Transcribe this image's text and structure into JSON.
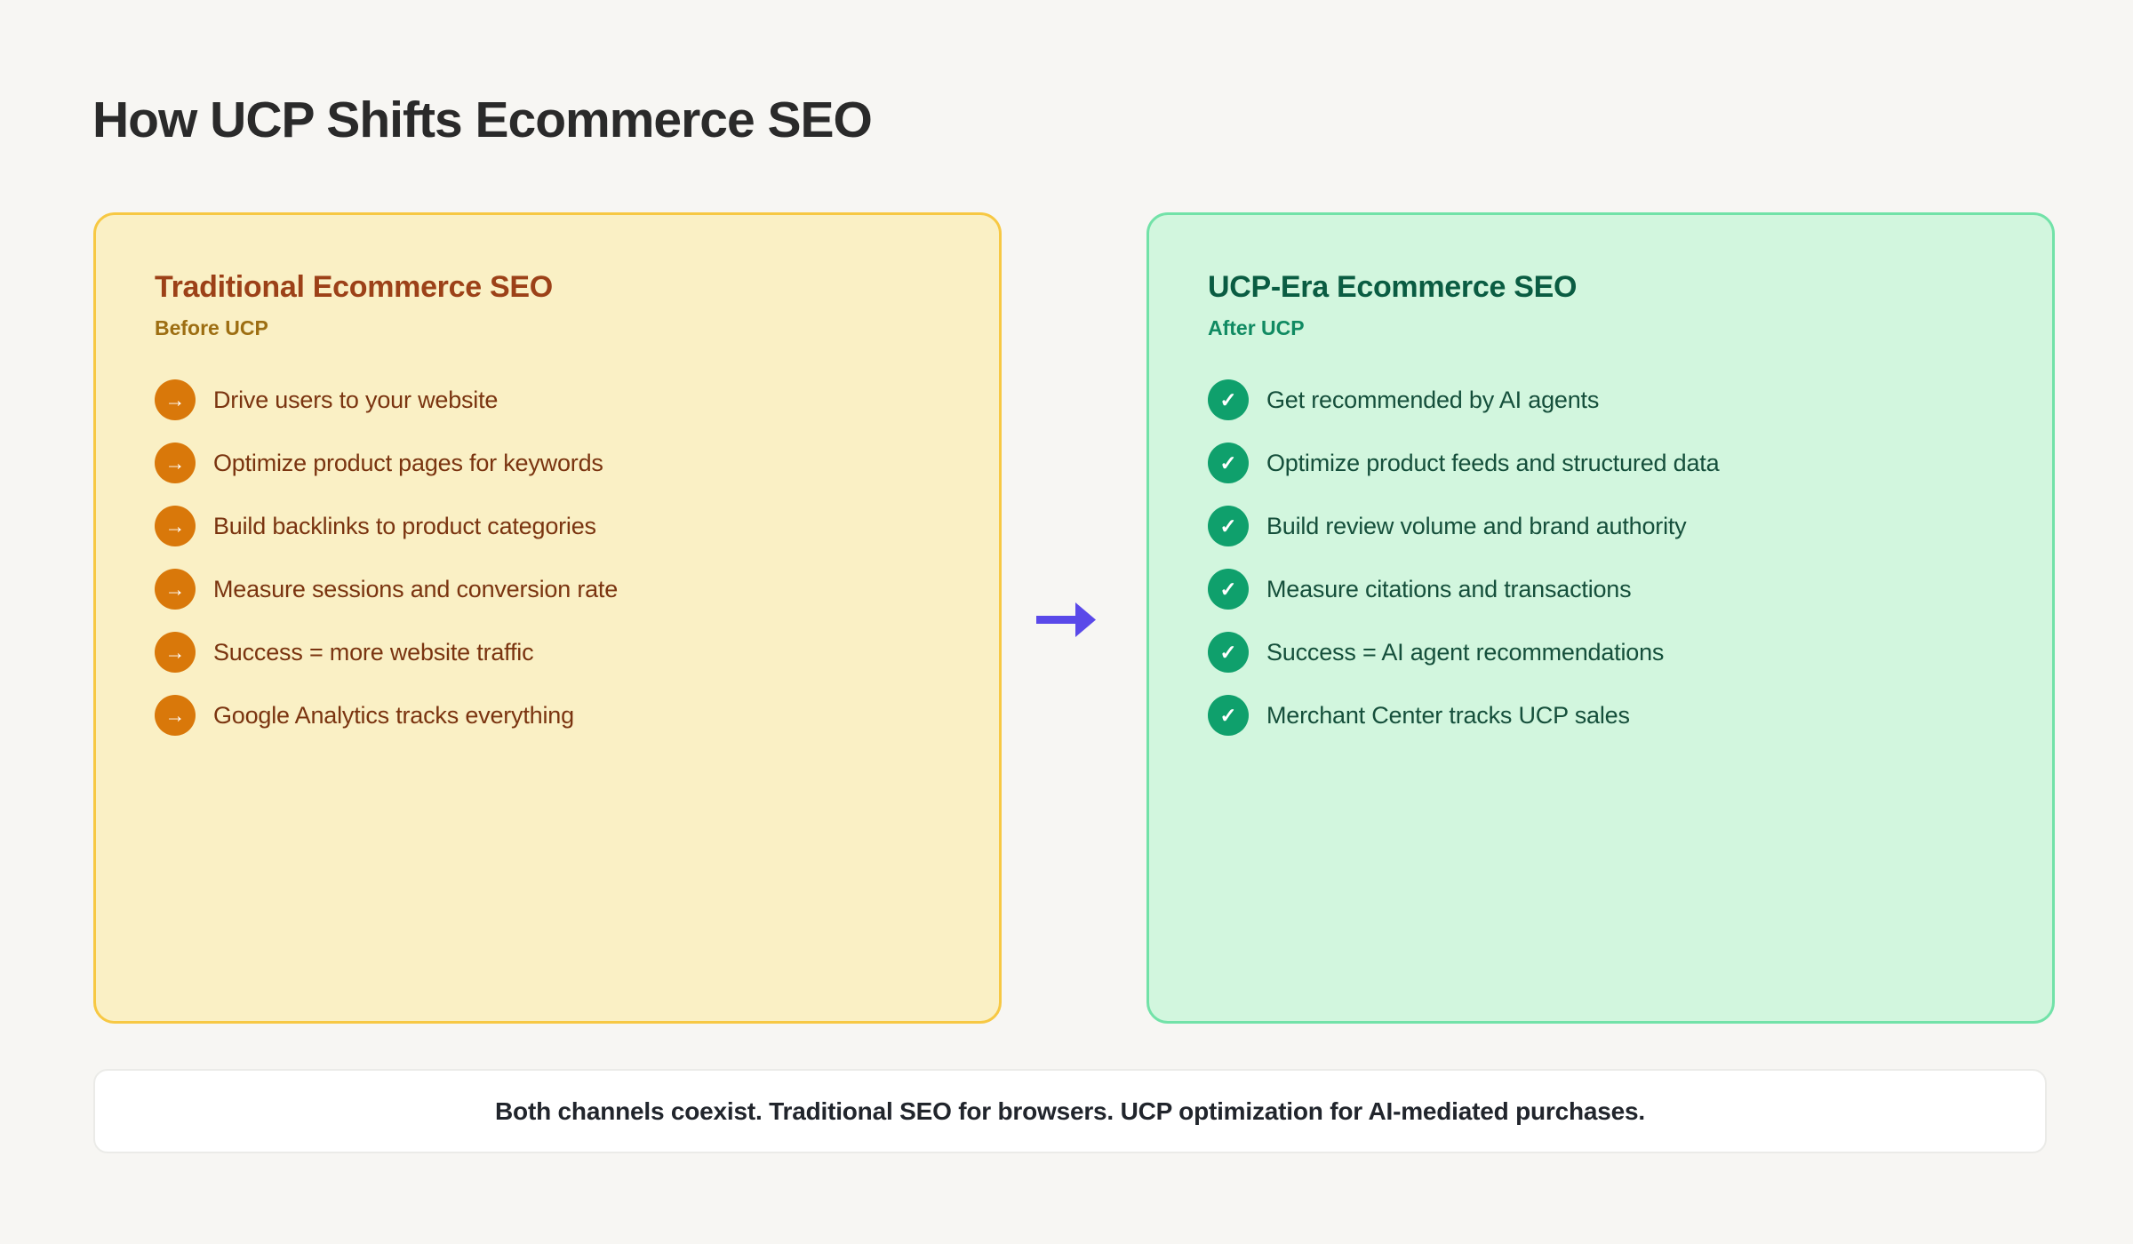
{
  "title": "How UCP Shifts Ecommerce SEO",
  "left_panel": {
    "title": "Traditional Ecommerce SEO",
    "subtitle": "Before UCP",
    "bullet_glyph": "→",
    "items": [
      "Drive users to your website",
      "Optimize product pages for keywords",
      "Build backlinks to product categories",
      "Measure sessions and conversion rate",
      "Success = more website traffic",
      "Google Analytics tracks everything"
    ]
  },
  "right_panel": {
    "title": "UCP-Era Ecommerce SEO",
    "subtitle": "After UCP",
    "bullet_glyph": "✓",
    "items": [
      "Get recommended by AI agents",
      "Optimize product feeds and structured data",
      "Build review volume and brand authority",
      "Measure citations and transactions",
      "Success = AI agent recommendations",
      "Merchant Center tracks UCP sales"
    ]
  },
  "footer": {
    "text": "Both channels coexist. Traditional SEO for browsers. UCP optimization for AI-mediated purchases."
  },
  "colors": {
    "page_background": "#F7F6F3",
    "left_panel_bg": "#FAF0C5",
    "left_panel_border": "#F7C843",
    "left_title": "#9C4118",
    "left_subtitle": "#9D6E12",
    "left_item_text": "#7A3410",
    "left_bullet_bg": "#D9780A",
    "right_panel_bg": "#D2F6DE",
    "right_panel_border": "#72E2A8",
    "right_title": "#0A5C42",
    "right_subtitle": "#108A62",
    "right_item_text": "#154F3B",
    "right_bullet_bg": "#0FA06C",
    "arrow": "#5A49E9",
    "footer_text": "#21252C"
  }
}
